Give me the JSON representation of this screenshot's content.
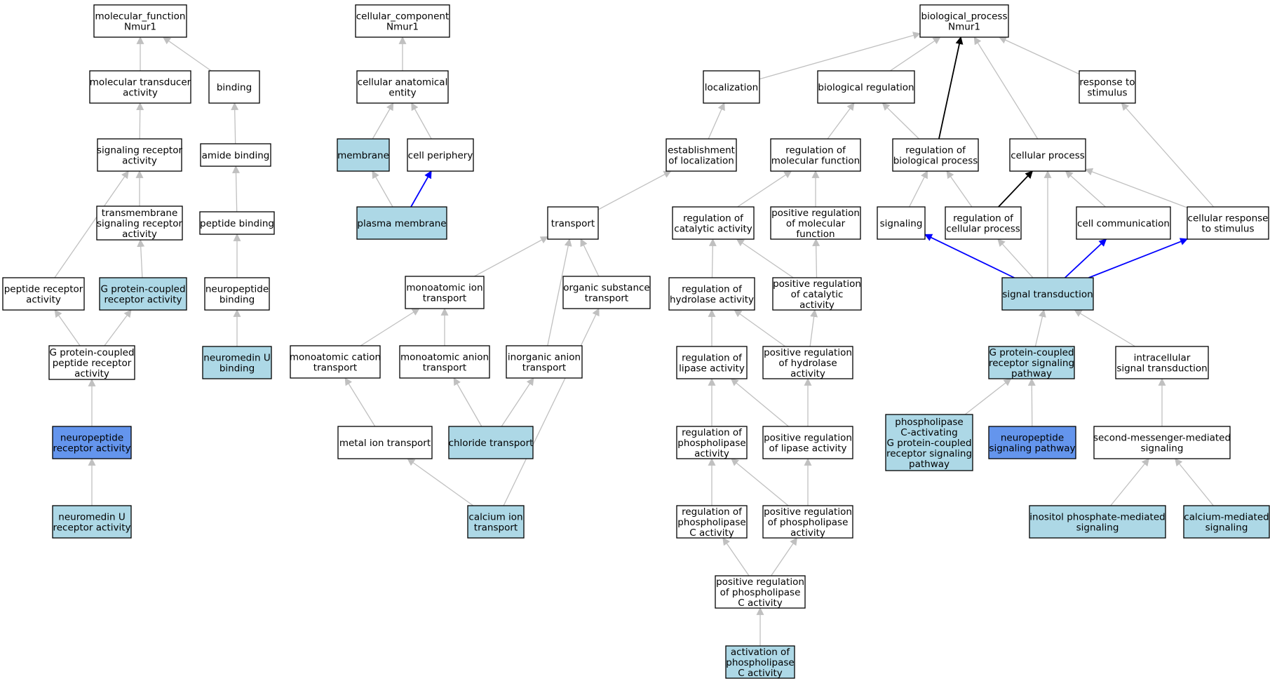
{
  "colors": {
    "plain": "#ffffff",
    "light": "#add8e6",
    "dark": "#6495ed",
    "edge_gray": "#c0c0c0",
    "edge_blue": "#0000ff",
    "edge_black": "#000000"
  },
  "nodes": [
    {
      "id": "mf",
      "lines": [
        "molecular_function",
        "Nmur1"
      ],
      "fill": "plain"
    },
    {
      "id": "mta",
      "lines": [
        "molecular transducer",
        "activity"
      ],
      "fill": "plain"
    },
    {
      "id": "bind",
      "lines": [
        "binding"
      ],
      "fill": "plain"
    },
    {
      "id": "sra",
      "lines": [
        "signaling receptor",
        "activity"
      ],
      "fill": "plain"
    },
    {
      "id": "amide",
      "lines": [
        "amide binding"
      ],
      "fill": "plain"
    },
    {
      "id": "tmsra",
      "lines": [
        "transmembrane",
        "signaling receptor",
        "activity"
      ],
      "fill": "plain"
    },
    {
      "id": "pepb",
      "lines": [
        "peptide binding"
      ],
      "fill": "plain"
    },
    {
      "id": "pra",
      "lines": [
        "peptide receptor",
        "activity"
      ],
      "fill": "plain"
    },
    {
      "id": "gpcr",
      "lines": [
        "G protein-coupled",
        "receptor activity"
      ],
      "fill": "light"
    },
    {
      "id": "npb",
      "lines": [
        "neuropeptide",
        "binding"
      ],
      "fill": "plain"
    },
    {
      "id": "gppra",
      "lines": [
        "G protein-coupled",
        "peptide receptor",
        "activity"
      ],
      "fill": "plain"
    },
    {
      "id": "nmub",
      "lines": [
        "neuromedin U",
        "binding"
      ],
      "fill": "light"
    },
    {
      "id": "npra",
      "lines": [
        "neuropeptide",
        "receptor activity"
      ],
      "fill": "dark"
    },
    {
      "id": "nmura",
      "lines": [
        "neuromedin U",
        "receptor activity"
      ],
      "fill": "light"
    },
    {
      "id": "cc",
      "lines": [
        "cellular_component",
        "Nmur1"
      ],
      "fill": "plain"
    },
    {
      "id": "cae",
      "lines": [
        "cellular anatomical",
        "entity"
      ],
      "fill": "plain"
    },
    {
      "id": "mem",
      "lines": [
        "membrane"
      ],
      "fill": "light"
    },
    {
      "id": "cper",
      "lines": [
        "cell periphery"
      ],
      "fill": "plain"
    },
    {
      "id": "pmem",
      "lines": [
        "plasma membrane"
      ],
      "fill": "light"
    },
    {
      "id": "loc",
      "lines": [
        "localization"
      ],
      "fill": "plain"
    },
    {
      "id": "estloc",
      "lines": [
        "establishment",
        "of localization"
      ],
      "fill": "plain"
    },
    {
      "id": "trans",
      "lines": [
        "transport"
      ],
      "fill": "plain"
    },
    {
      "id": "mit",
      "lines": [
        "monoatomic ion",
        "transport"
      ],
      "fill": "plain"
    },
    {
      "id": "ost",
      "lines": [
        "organic substance",
        "transport"
      ],
      "fill": "plain"
    },
    {
      "id": "mct",
      "lines": [
        "monoatomic cation",
        "transport"
      ],
      "fill": "plain"
    },
    {
      "id": "mat",
      "lines": [
        "monoatomic anion",
        "transport"
      ],
      "fill": "plain"
    },
    {
      "id": "iat",
      "lines": [
        "inorganic anion",
        "transport"
      ],
      "fill": "plain"
    },
    {
      "id": "metal",
      "lines": [
        "metal ion transport"
      ],
      "fill": "plain"
    },
    {
      "id": "chl",
      "lines": [
        "chloride transport"
      ],
      "fill": "light"
    },
    {
      "id": "cait",
      "lines": [
        "calcium ion",
        "transport"
      ],
      "fill": "light"
    },
    {
      "id": "bp",
      "lines": [
        "biological_process",
        "Nmur1"
      ],
      "fill": "plain"
    },
    {
      "id": "breg",
      "lines": [
        "biological regulation"
      ],
      "fill": "plain"
    },
    {
      "id": "rts",
      "lines": [
        "response to",
        "stimulus"
      ],
      "fill": "plain"
    },
    {
      "id": "rmf",
      "lines": [
        "regulation of",
        "molecular function"
      ],
      "fill": "plain"
    },
    {
      "id": "rbp",
      "lines": [
        "regulation of",
        "biological process"
      ],
      "fill": "plain"
    },
    {
      "id": "cp",
      "lines": [
        "cellular process"
      ],
      "fill": "plain"
    },
    {
      "id": "rca",
      "lines": [
        "regulation of",
        "catalytic activity"
      ],
      "fill": "plain"
    },
    {
      "id": "prmf",
      "lines": [
        "positive regulation",
        "of molecular",
        "function"
      ],
      "fill": "plain"
    },
    {
      "id": "sig",
      "lines": [
        "signaling"
      ],
      "fill": "plain"
    },
    {
      "id": "rcp",
      "lines": [
        "regulation of",
        "cellular process"
      ],
      "fill": "plain"
    },
    {
      "id": "ccom",
      "lines": [
        "cell communication"
      ],
      "fill": "plain"
    },
    {
      "id": "crs",
      "lines": [
        "cellular response",
        "to stimulus"
      ],
      "fill": "plain"
    },
    {
      "id": "rha",
      "lines": [
        "regulation of",
        "hydrolase activity"
      ],
      "fill": "plain"
    },
    {
      "id": "prca",
      "lines": [
        "positive regulation",
        "of catalytic",
        "activity"
      ],
      "fill": "plain"
    },
    {
      "id": "st",
      "lines": [
        "signal transduction"
      ],
      "fill": "light"
    },
    {
      "id": "rla",
      "lines": [
        "regulation of",
        "lipase activity"
      ],
      "fill": "plain"
    },
    {
      "id": "prha",
      "lines": [
        "positive regulation",
        "of hydrolase",
        "activity"
      ],
      "fill": "plain"
    },
    {
      "id": "gpcrsp",
      "lines": [
        "G protein-coupled",
        "receptor signaling",
        "pathway"
      ],
      "fill": "light"
    },
    {
      "id": "ist",
      "lines": [
        "intracellular",
        "signal transduction"
      ],
      "fill": "plain"
    },
    {
      "id": "rpla",
      "lines": [
        "regulation of",
        "phospholipase",
        "activity"
      ],
      "fill": "plain"
    },
    {
      "id": "prla",
      "lines": [
        "positive regulation",
        "of lipase activity"
      ],
      "fill": "plain"
    },
    {
      "id": "plcgp",
      "lines": [
        "phospholipase",
        "C-activating",
        "G protein-coupled",
        "receptor signaling",
        "pathway"
      ],
      "fill": "light"
    },
    {
      "id": "nsp",
      "lines": [
        "neuropeptide",
        "signaling pathway"
      ],
      "fill": "dark"
    },
    {
      "id": "smms",
      "lines": [
        "second-messenger-mediated",
        "signaling"
      ],
      "fill": "plain"
    },
    {
      "id": "rplca",
      "lines": [
        "regulation of",
        "phospholipase",
        "C activity"
      ],
      "fill": "plain"
    },
    {
      "id": "prpla",
      "lines": [
        "positive regulation",
        "of phospholipase",
        "activity"
      ],
      "fill": "plain"
    },
    {
      "id": "ipms",
      "lines": [
        "inositol phosphate-mediated",
        "signaling"
      ],
      "fill": "light"
    },
    {
      "id": "cams",
      "lines": [
        "calcium-mediated",
        "signaling"
      ],
      "fill": "light"
    },
    {
      "id": "prplca",
      "lines": [
        "positive regulation",
        "of phospholipase",
        "C activity"
      ],
      "fill": "plain"
    },
    {
      "id": "aplca",
      "lines": [
        "activation of",
        "phospholipase",
        "C activity"
      ],
      "fill": "light"
    }
  ],
  "edges": [
    {
      "from": "mta",
      "to": "mf",
      "color": "gray"
    },
    {
      "from": "bind",
      "to": "mf",
      "color": "gray"
    },
    {
      "from": "sra",
      "to": "mta",
      "color": "gray"
    },
    {
      "from": "amide",
      "to": "bind",
      "color": "gray"
    },
    {
      "from": "tmsra",
      "to": "sra",
      "color": "gray"
    },
    {
      "from": "pepb",
      "to": "amide",
      "color": "gray"
    },
    {
      "from": "pra",
      "to": "sra",
      "color": "gray"
    },
    {
      "from": "gpcr",
      "to": "tmsra",
      "color": "gray"
    },
    {
      "from": "npb",
      "to": "pepb",
      "color": "gray"
    },
    {
      "from": "gppra",
      "to": "pra",
      "color": "gray"
    },
    {
      "from": "gppra",
      "to": "gpcr",
      "color": "gray"
    },
    {
      "from": "nmub",
      "to": "npb",
      "color": "gray"
    },
    {
      "from": "npra",
      "to": "gppra",
      "color": "gray"
    },
    {
      "from": "nmura",
      "to": "npra",
      "color": "gray"
    },
    {
      "from": "cae",
      "to": "cc",
      "color": "gray"
    },
    {
      "from": "mem",
      "to": "cae",
      "color": "gray"
    },
    {
      "from": "cper",
      "to": "cae",
      "color": "gray"
    },
    {
      "from": "pmem",
      "to": "mem",
      "color": "gray"
    },
    {
      "from": "pmem",
      "to": "cper",
      "color": "blue"
    },
    {
      "from": "loc",
      "to": "bp",
      "color": "gray"
    },
    {
      "from": "breg",
      "to": "bp",
      "color": "gray"
    },
    {
      "from": "rbp",
      "to": "bp",
      "color": "black"
    },
    {
      "from": "cp",
      "to": "bp",
      "color": "gray"
    },
    {
      "from": "rts",
      "to": "bp",
      "color": "gray"
    },
    {
      "from": "estloc",
      "to": "loc",
      "color": "gray"
    },
    {
      "from": "trans",
      "to": "estloc",
      "color": "gray"
    },
    {
      "from": "mit",
      "to": "trans",
      "color": "gray"
    },
    {
      "from": "ost",
      "to": "trans",
      "color": "gray"
    },
    {
      "from": "iat",
      "to": "trans",
      "color": "gray"
    },
    {
      "from": "mct",
      "to": "mit",
      "color": "gray"
    },
    {
      "from": "mat",
      "to": "mit",
      "color": "gray"
    },
    {
      "from": "metal",
      "to": "mct",
      "color": "gray"
    },
    {
      "from": "chl",
      "to": "mat",
      "color": "gray"
    },
    {
      "from": "chl",
      "to": "iat",
      "color": "gray"
    },
    {
      "from": "cait",
      "to": "metal",
      "color": "gray"
    },
    {
      "from": "cait",
      "to": "ost",
      "color": "gray"
    },
    {
      "from": "rmf",
      "to": "breg",
      "color": "gray"
    },
    {
      "from": "rbp",
      "to": "breg",
      "color": "gray"
    },
    {
      "from": "rca",
      "to": "rmf",
      "color": "gray"
    },
    {
      "from": "prmf",
      "to": "rmf",
      "color": "gray"
    },
    {
      "from": "sig",
      "to": "rbp",
      "color": "gray"
    },
    {
      "from": "rcp",
      "to": "rbp",
      "color": "gray"
    },
    {
      "from": "rcp",
      "to": "cp",
      "color": "black"
    },
    {
      "from": "ccom",
      "to": "cp",
      "color": "gray"
    },
    {
      "from": "crs",
      "to": "cp",
      "color": "gray"
    },
    {
      "from": "crs",
      "to": "rts",
      "color": "gray"
    },
    {
      "from": "st",
      "to": "cp",
      "color": "gray"
    },
    {
      "from": "rha",
      "to": "rca",
      "color": "gray"
    },
    {
      "from": "prca",
      "to": "rca",
      "color": "gray"
    },
    {
      "from": "prca",
      "to": "prmf",
      "color": "gray"
    },
    {
      "from": "st",
      "to": "sig",
      "color": "blue"
    },
    {
      "from": "st",
      "to": "rcp",
      "color": "gray"
    },
    {
      "from": "st",
      "to": "ccom",
      "color": "blue"
    },
    {
      "from": "st",
      "to": "crs",
      "color": "blue"
    },
    {
      "from": "rla",
      "to": "rha",
      "color": "gray"
    },
    {
      "from": "prha",
      "to": "rha",
      "color": "gray"
    },
    {
      "from": "prha",
      "to": "prca",
      "color": "gray"
    },
    {
      "from": "gpcrsp",
      "to": "st",
      "color": "gray"
    },
    {
      "from": "ist",
      "to": "st",
      "color": "gray"
    },
    {
      "from": "rpla",
      "to": "rla",
      "color": "gray"
    },
    {
      "from": "prla",
      "to": "rla",
      "color": "gray"
    },
    {
      "from": "prla",
      "to": "prha",
      "color": "gray"
    },
    {
      "from": "plcgp",
      "to": "gpcrsp",
      "color": "gray"
    },
    {
      "from": "nsp",
      "to": "gpcrsp",
      "color": "gray"
    },
    {
      "from": "smms",
      "to": "ist",
      "color": "gray"
    },
    {
      "from": "rplca",
      "to": "rpla",
      "color": "gray"
    },
    {
      "from": "prpla",
      "to": "rpla",
      "color": "gray"
    },
    {
      "from": "prpla",
      "to": "prla",
      "color": "gray"
    },
    {
      "from": "ipms",
      "to": "smms",
      "color": "gray"
    },
    {
      "from": "cams",
      "to": "smms",
      "color": "gray"
    },
    {
      "from": "prplca",
      "to": "rplca",
      "color": "gray"
    },
    {
      "from": "prplca",
      "to": "prpla",
      "color": "gray"
    },
    {
      "from": "aplca",
      "to": "prplca",
      "color": "gray"
    }
  ]
}
